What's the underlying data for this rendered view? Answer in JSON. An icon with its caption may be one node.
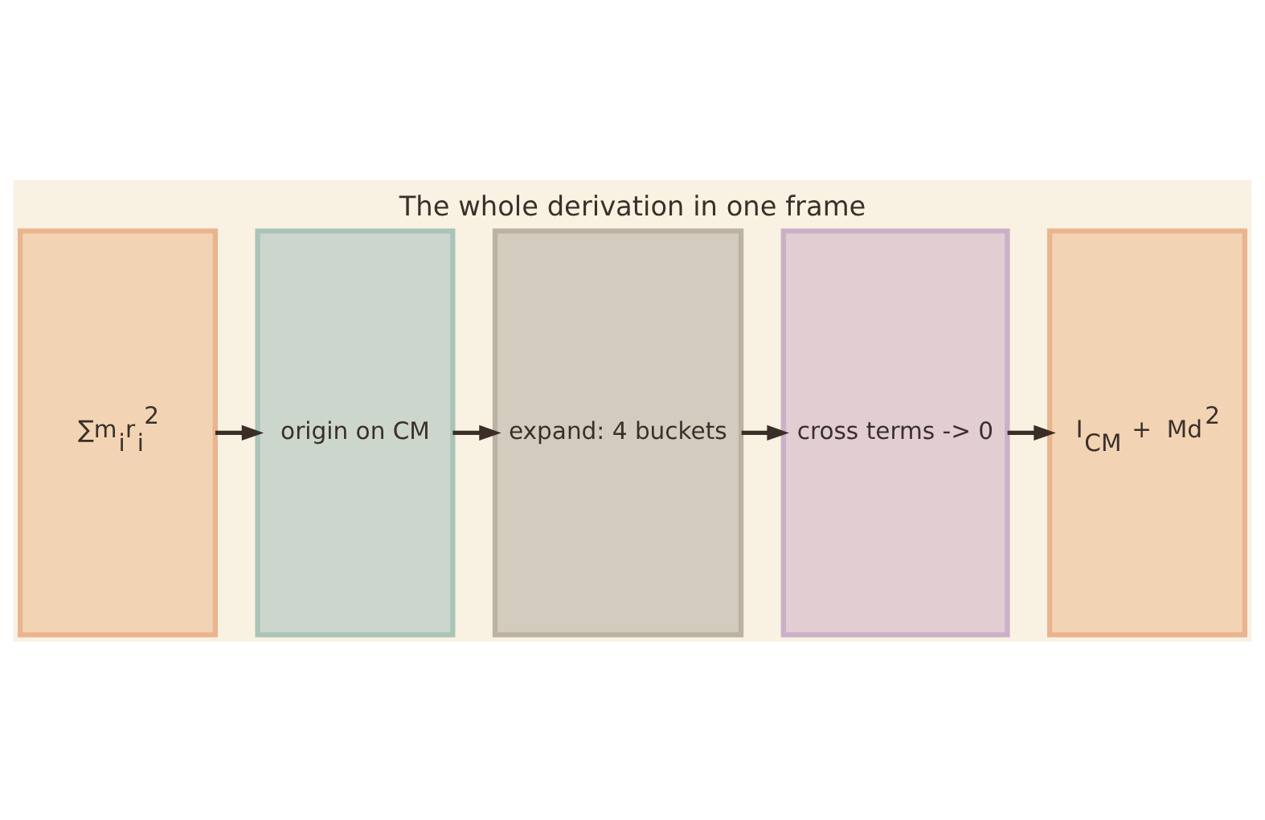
{
  "diagram": {
    "title": "The whole derivation in one frame",
    "nodes": [
      {
        "text": [
          "∑m$_{i}$r$_{i}$$^{2}$"
        ]
      },
      {
        "text": [
          "origin on CM"
        ]
      },
      {
        "text": [
          "expand: 4 buckets"
        ]
      },
      {
        "text": [
          "cross terms -> 0"
        ]
      },
      {
        "text": [
          "I$_{CM}$ + Md$^{2}$"
        ]
      }
    ],
    "edges": [
      {
        "from": 0,
        "to": 1,
        "arrow": "to"
      },
      {
        "from": 1,
        "to": 2,
        "arrow": "to"
      },
      {
        "from": 2,
        "to": 3,
        "arrow": "to"
      },
      {
        "from": 3,
        "to": 4,
        "arrow": "to"
      }
    ]
  }
}
